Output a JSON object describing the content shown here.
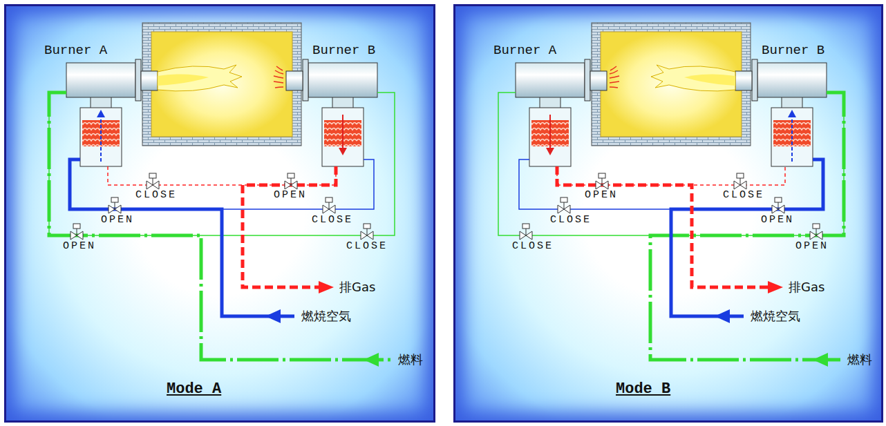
{
  "diagram": {
    "nodes": [
      {
        "text": [
          "Mode A"
        ]
      },
      {
        "text": [
          "Burner A"
        ],
        "in": 0
      },
      {
        "text": [
          "Burner B"
        ],
        "in": 0
      },
      {
        "text": [
          "Mode B"
        ]
      },
      {
        "text": [
          "Burner A"
        ],
        "in": 3
      },
      {
        "text": [
          "Burner B"
        ],
        "in": 3
      }
    ],
    "labels": [
      "CLOSE",
      "OPEN",
      "OPEN",
      "CLOSE",
      "OPEN",
      "CLOSE",
      "排Gas",
      "燃焼空気",
      "燃料",
      "OPEN",
      "CLOSE",
      "CLOSE",
      "OPEN",
      "CLOSE",
      "OPEN",
      "排Gas",
      "燃焼空気",
      "燃料"
    ]
  }
}
